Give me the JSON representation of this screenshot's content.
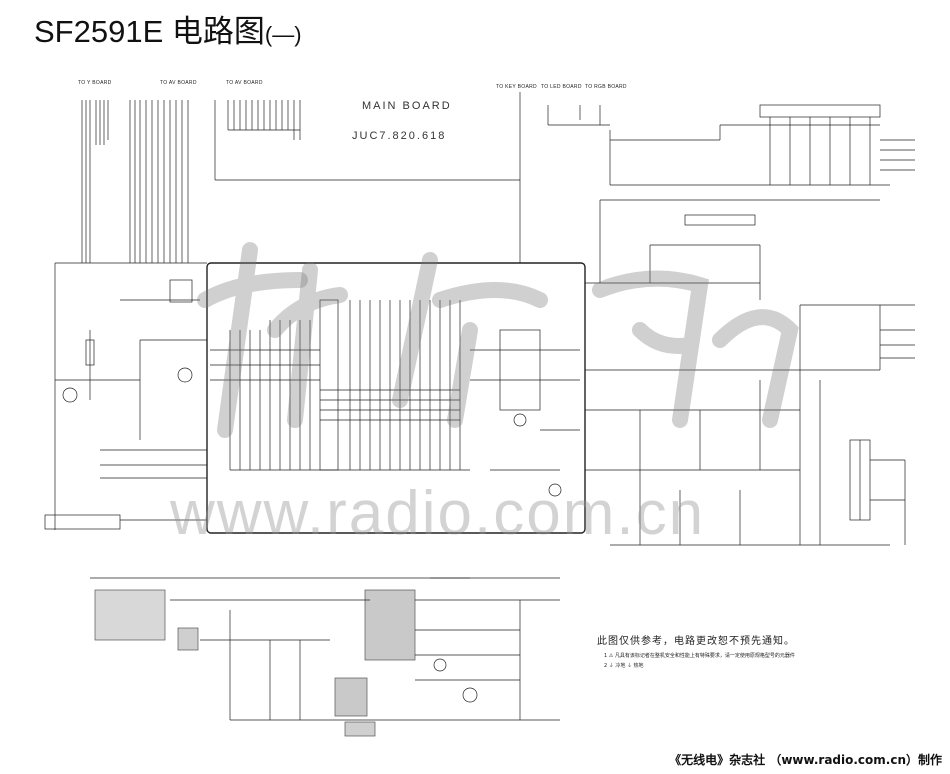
{
  "title": "SF2591E 电路图",
  "title_suffix": "(—)",
  "board_name": "MAIN BOARD",
  "board_code": "JUC7.820.618",
  "connectors": {
    "to_y_board": "TO Y BOARD",
    "to_av_board_1": "TO AV BOARD",
    "to_av_board_2": "TO AV BOARD",
    "to_key_board": "TO KEY BOARD",
    "to_led_board": "TO LED BOARD",
    "to_rgb_board": "TO RGB BOARD"
  },
  "notes": {
    "title": "此图仅供参考，电路更改恕不预先通知。",
    "line_1": "1   ⚠ 凡具有该标记者在整机安全和性能上有特殊要求，请一定使用原规格型号的元器件",
    "line_2": "2   ⏚ 冷地   ⏚ 热地"
  },
  "watermark": {
    "url": "www.radio.com.cn"
  },
  "footer": "《无线电》杂志社 （www.radio.com.cn）制作"
}
